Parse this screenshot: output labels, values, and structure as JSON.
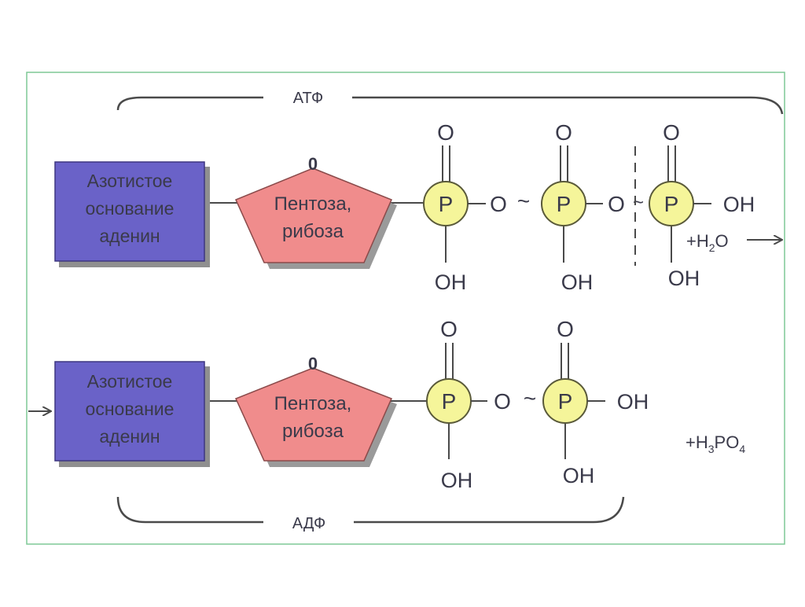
{
  "atp": {
    "bracket_label": "АТФ",
    "base_lines": [
      "Азотистое",
      "основание",
      "аденин"
    ],
    "ring_oxygen": "0",
    "sugar_lines": [
      "Пентоза,",
      "рибоза"
    ],
    "phosphate_symbol": "P",
    "double_bond_oxygen": "O",
    "hydroxyl": "OH",
    "bridge_oxygen": "O",
    "high_energy_bond": "~",
    "plus_water": "+H",
    "water_sub": "2",
    "water_tail": "O"
  },
  "adp": {
    "bracket_label": "АДФ",
    "base_lines": [
      "Азотистое",
      "основание",
      "аденин"
    ],
    "ring_oxygen": "0",
    "sugar_lines": [
      "Пентоза,",
      "рибоза"
    ],
    "phosphate_symbol": "P",
    "double_bond_oxygen": "O",
    "hydroxyl": "OH",
    "bridge_oxygen": "O",
    "high_energy_bond": "~",
    "plus_acid": "+H",
    "acid_sub1": "3",
    "acid_mid": "PO",
    "acid_sub2": "4"
  },
  "colors": {
    "adenine_fill": "#6a62c8",
    "pentose_fill": "#f08c8c",
    "phosphate_fill": "#f5f59a",
    "frame_border": "#7ec896"
  }
}
